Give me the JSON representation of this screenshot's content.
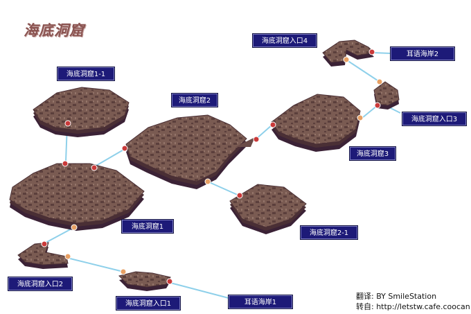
{
  "title": "海底洞窟",
  "labels": {
    "cave_1_1": "海底洞窟1-1",
    "cave_1": "海底洞窟1",
    "cave_2": "海底洞窟2",
    "cave_2_1": "海底洞窟2-1",
    "cave_3": "海底洞窟3",
    "entrance_1": "海底洞窟入口1",
    "entrance_2": "海底洞窟入口2",
    "entrance_3": "海底洞窟入口3",
    "entrance_4": "海底洞窟入口4",
    "coast_1": "耳语海岸1",
    "coast_2": "耳语海岸2"
  },
  "credit": {
    "line1": "翻译: BY SmileStation",
    "line2": "转自: http://letstw.cafe.coocan.jp/"
  },
  "colors": {
    "rock": "#7a5b52",
    "rock_dark": "#4a2f35",
    "rock_shadow": "#3b2236",
    "path": "#8ed0ea",
    "portal": "#c93a3a",
    "label_bg": "#1d1a78"
  },
  "icons": [
    "portal-marker-icon",
    "cave-floor-island"
  ]
}
